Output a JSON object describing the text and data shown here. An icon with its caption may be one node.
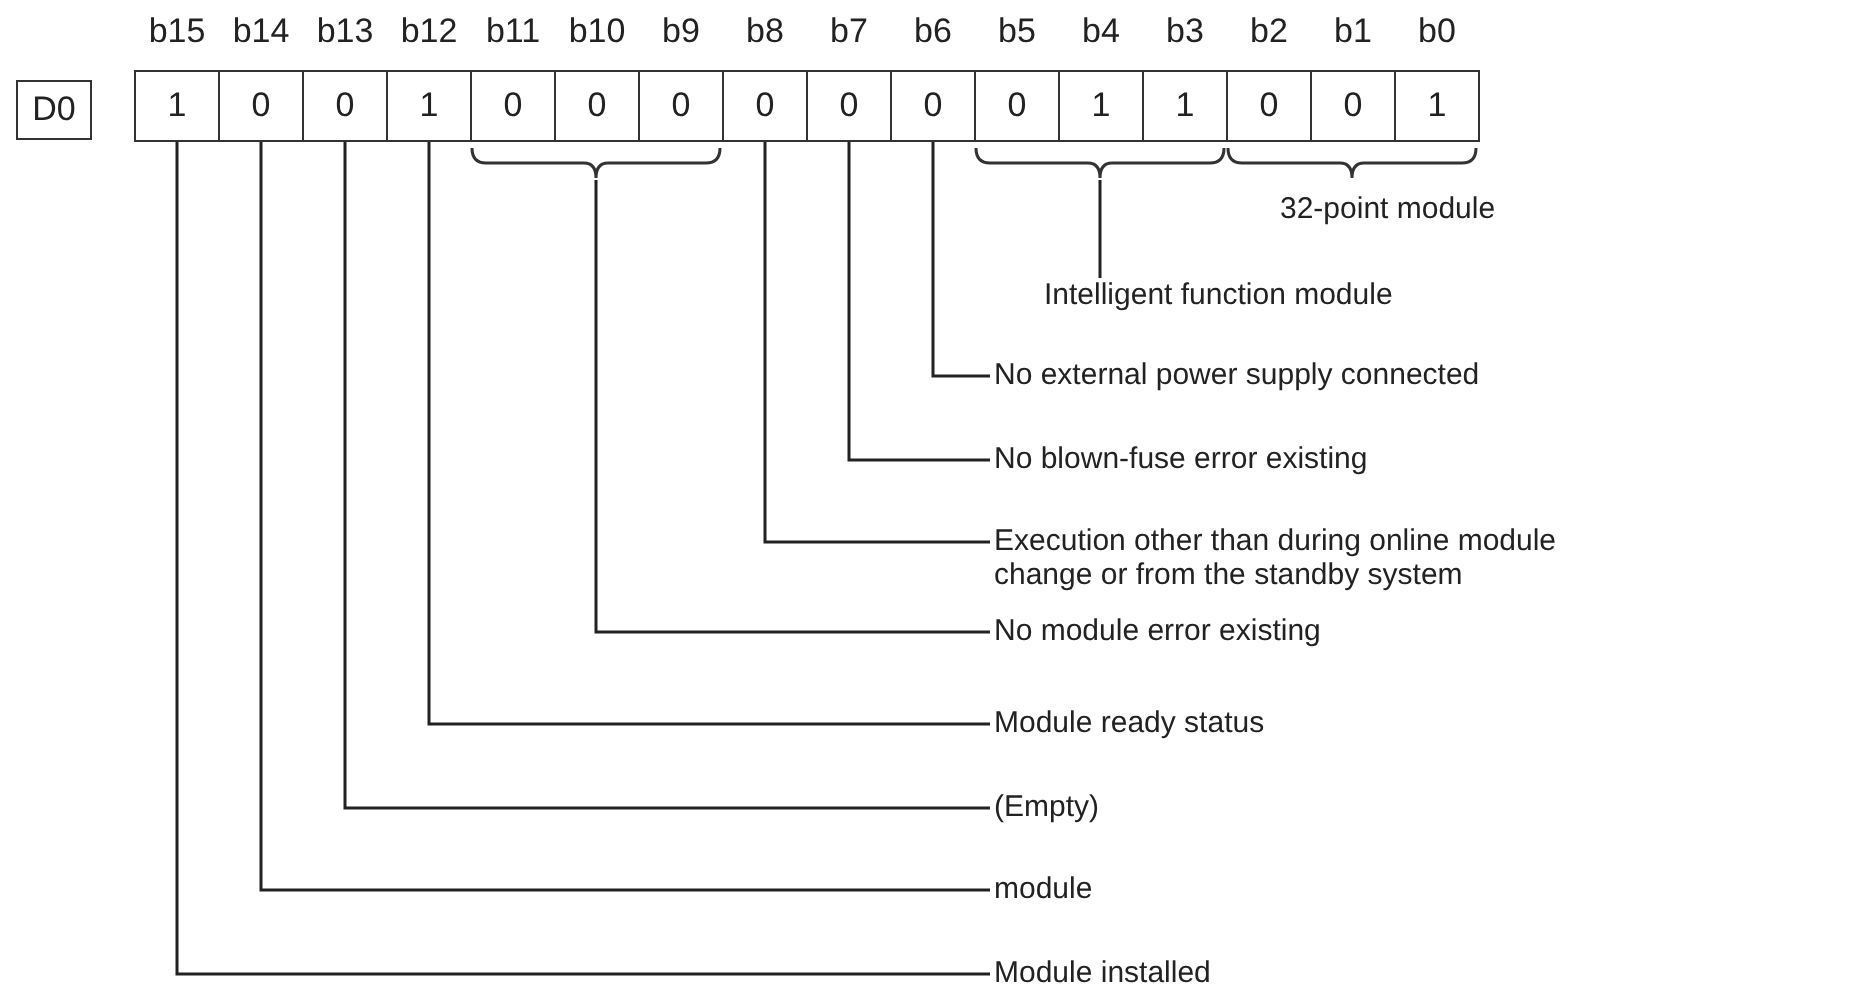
{
  "diagram": {
    "nodes": [
      {
        "text": [
          "D0"
        ]
      },
      {
        "text": [
          "1"
        ],
        "beside": [
          "b15"
        ]
      },
      {
        "text": [
          "0"
        ],
        "beside": [
          "b14"
        ]
      },
      {
        "text": [
          "0"
        ],
        "beside": [
          "b13"
        ]
      },
      {
        "text": [
          "1"
        ],
        "beside": [
          "b12"
        ]
      },
      {
        "text": [
          "0"
        ],
        "beside": [
          "b11"
        ]
      },
      {
        "text": [
          "0"
        ],
        "beside": [
          "b10"
        ]
      },
      {
        "text": [
          "0"
        ],
        "beside": [
          "b9"
        ]
      },
      {
        "text": [
          "0"
        ],
        "beside": [
          "b8"
        ]
      },
      {
        "text": [
          "0"
        ],
        "beside": [
          "b7"
        ]
      },
      {
        "text": [
          "0"
        ],
        "beside": [
          "b6"
        ]
      },
      {
        "text": [
          "0"
        ],
        "beside": [
          "b5"
        ]
      },
      {
        "text": [
          "1"
        ],
        "beside": [
          "b4"
        ]
      },
      {
        "text": [
          "1"
        ],
        "beside": [
          "b3"
        ]
      },
      {
        "text": [
          "0"
        ],
        "beside": [
          "b2"
        ]
      },
      {
        "text": [
          "0"
        ],
        "beside": [
          "b1"
        ]
      },
      {
        "text": [
          "1"
        ],
        "beside": [
          "b0"
        ]
      },
      {
        "text": [],
        "shape": "brace"
      },
      {
        "text": [],
        "shape": "brace"
      },
      {
        "text": [],
        "shape": "brace",
        "beside": [
          "32-point module"
        ]
      },
      {
        "text": [
          "Intelligent function module"
        ]
      },
      {
        "text": [
          "No external power supply connected"
        ]
      },
      {
        "text": [
          "No blown-fuse error existing"
        ]
      },
      {
        "text": [
          "Execution other than during online module change or from the standby system"
        ]
      },
      {
        "text": [
          "No module error existing"
        ]
      },
      {
        "text": [
          "Module ready status"
        ]
      },
      {
        "text": [
          "(Empty)"
        ]
      },
      {
        "text": [
          "module"
        ]
      },
      {
        "text": [
          "Module installed"
        ]
      }
    ],
    "edges": [
      {
        "from": 20,
        "to": 18,
        "arrow": "none"
      },
      {
        "from": 21,
        "to": 10,
        "arrow": "none"
      },
      {
        "from": 22,
        "to": 9,
        "arrow": "none"
      },
      {
        "from": 23,
        "to": 8,
        "arrow": "none"
      },
      {
        "from": 24,
        "to": 17,
        "arrow": "none"
      },
      {
        "from": 25,
        "to": 4,
        "arrow": "none"
      },
      {
        "from": 26,
        "to": 3,
        "arrow": "none"
      },
      {
        "from": 27,
        "to": 2,
        "arrow": "none"
      },
      {
        "from": 28,
        "to": 1,
        "arrow": "none"
      }
    ]
  }
}
